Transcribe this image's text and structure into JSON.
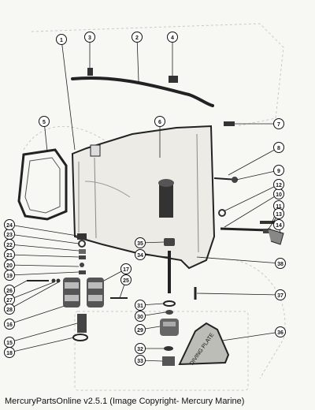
{
  "footer": {
    "app_name": "MercuryPartsOnline v2.5.1",
    "copyright": "(Image Copyright- Mercury Marine)"
  },
  "diagram": {
    "callouts": [
      "1",
      "2",
      "3",
      "4",
      "5",
      "6",
      "7",
      "8",
      "9",
      "10",
      "11",
      "12",
      "13",
      "14",
      "15",
      "16",
      "17",
      "18",
      "19",
      "20",
      "21",
      "22",
      "23",
      "24",
      "25",
      "26",
      "27",
      "28",
      "29",
      "30",
      "31",
      "32",
      "33",
      "34",
      "35",
      "36",
      "37",
      "38"
    ],
    "plate_text": "DIVING PLATE"
  }
}
